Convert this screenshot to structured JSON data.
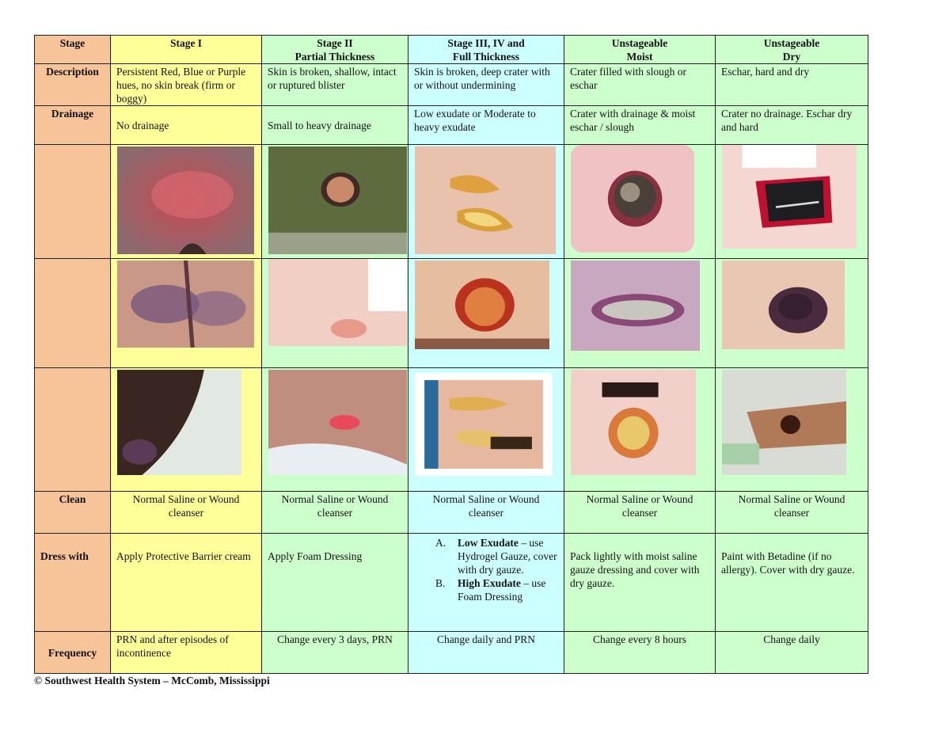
{
  "header": {
    "row_label": "Stage",
    "stages": [
      {
        "line1": "Stage I",
        "line2": ""
      },
      {
        "line1": "Stage II",
        "line2": "Partial Thickness"
      },
      {
        "line1": "Stage III,  IV and",
        "line2": "Full Thickness"
      },
      {
        "line1": "Unstageable",
        "line2": "Moist"
      },
      {
        "line1": "Unstageable",
        "line2": "Dry"
      }
    ]
  },
  "description": {
    "label": "Description",
    "cells": [
      "Persistent Red, Blue or Purple hues, no skin break (firm or boggy)",
      "Skin is broken, shallow, intact or ruptured blister",
      "Skin is broken,  deep crater with or without undermining",
      "Crater filled with slough or eschar",
      "Eschar, hard and dry"
    ]
  },
  "drainage": {
    "label": "Drainage",
    "cells": [
      "No drainage",
      "Small to heavy drainage",
      "Low exudate or Moderate to heavy exudate",
      "Crater with drainage & moist eschar / slough",
      "Crater no drainage. Eschar dry and hard"
    ]
  },
  "photos": {
    "rows": [
      [
        "stage-1-wound-photo",
        "stage-2-wound-photo",
        "stage-3-4-wound-photo",
        "unstageable-moist-wound-photo",
        "unstageable-dry-wound-photo"
      ],
      [
        "stage-1-wound-photo",
        "stage-2-wound-photo",
        "stage-3-4-wound-photo",
        "unstageable-moist-wound-photo",
        "unstageable-dry-wound-photo"
      ],
      [
        "stage-1-wound-photo",
        "stage-2-wound-photo",
        "stage-3-4-wound-photo",
        "unstageable-moist-wound-photo",
        "unstageable-dry-wound-photo"
      ]
    ]
  },
  "clean": {
    "label": "Clean",
    "cells": [
      "Normal Saline or Wound cleanser",
      "Normal Saline or Wound cleanser",
      "Normal Saline or Wound cleanser",
      "Normal Saline or Wound cleanser",
      "Normal Saline or Wound cleanser"
    ]
  },
  "dress_with": {
    "label": "Dress with",
    "stage1": "Apply Protective Barrier cream",
    "stage2": "Apply Foam Dressing",
    "stage3": [
      {
        "marker": "A.",
        "bold": "Low Exudate",
        "rest": " – use Hydrogel Gauze, cover with dry gauze."
      },
      {
        "marker": "B.",
        "bold": "High Exudate",
        "rest": " – use Foam Dressing"
      }
    ],
    "moist": "Pack lightly with moist saline gauze dressing and cover with dry gauze.",
    "dry": "Paint with Betadine (if no allergy).  Cover with dry gauze."
  },
  "frequency": {
    "label": "Frequency",
    "cells": [
      "PRN and after episodes of incontinence",
      "Change every 3 days, PRN",
      "Change daily and PRN",
      "Change every 8 hours",
      "Change daily"
    ]
  },
  "footer": {
    "copyright": "© Southwest Health System – McComb, Mississippi"
  },
  "colors": {
    "label_column": "#f7c49a",
    "stage1": "#ffff99",
    "stage2": "#ccffcc",
    "stage3": "#ccffff",
    "unstageable": "#ccffcc"
  }
}
